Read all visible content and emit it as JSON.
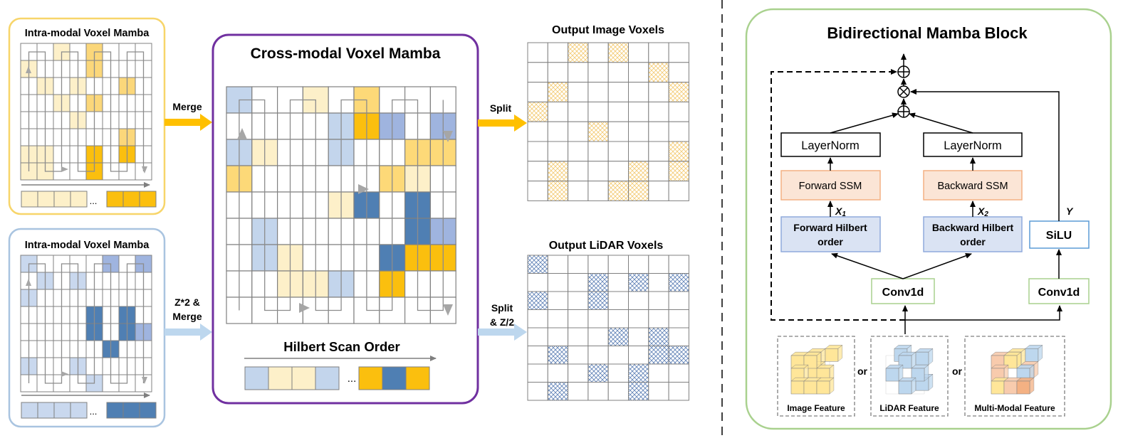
{
  "intra_image": {
    "title": "Intra-modal Voxel Mamba",
    "ellipsis": "...",
    "colors": {
      "light": "#fdf0c9",
      "mid": "#fbd77a",
      "dark": "#fbbf0e"
    },
    "seq": [
      "light",
      "light",
      "light",
      "light",
      "dark",
      "dark",
      "dark"
    ]
  },
  "intra_lidar": {
    "title": "Intra-modal Voxel Mamba",
    "ellipsis": "...",
    "colors": {
      "light": "#c9d8ee",
      "mid": "#9fb4df",
      "dark": "#4f7fb3"
    },
    "seq": [
      "light",
      "light",
      "light",
      "light",
      "dark",
      "dark",
      "dark"
    ]
  },
  "arrows": {
    "merge": "Merge",
    "z_line1": "Z*2 &",
    "z_line2": "Merge",
    "split": "Split",
    "split_z_line1": "Split",
    "split_z_line2": "& Z/2"
  },
  "cross_modal": {
    "title": "Cross-modal Voxel Mamba",
    "scan_label": "Hilbert Scan Order",
    "ellipsis": "...",
    "seq": [
      "#c3d5ec",
      "#fdf0c9",
      "#fdf0c9",
      "#c3d5ec",
      "#fbbf0e",
      "#4f7fb3",
      "#fbbf0e"
    ]
  },
  "output_image": {
    "title": "Output Image Voxels"
  },
  "output_lidar": {
    "title": "Output LiDAR Voxels"
  },
  "mamba_block": {
    "title": "Bidirectional Mamba Block",
    "layernorm_left": "LayerNorm",
    "layernorm_right": "LayerNorm",
    "forward_ssm": "Forward SSM",
    "backward_ssm": "Backward SSM",
    "forward_hilbert_l1": "Forward Hilbert",
    "forward_hilbert_l2": "order",
    "backward_hilbert_l1": "Backward Hilbert",
    "backward_hilbert_l2": "order",
    "silu": "SiLU",
    "conv_left": "Conv1d",
    "conv_right": "Conv1d",
    "x1": "X",
    "x1_sub": "1",
    "x2": "X",
    "x2_sub": "2",
    "y": "Y",
    "plus": "⊕",
    "times": "⊗",
    "or": "or",
    "image_feature": "Image Feature",
    "lidar_feature": "LiDAR Feature",
    "multimodal_feature": "Multi-Modal Feature"
  },
  "colors": {
    "yellow_border": "#f7d56a",
    "blue_border": "#a9c4e0",
    "purple_border": "#7030a0",
    "green_border": "#a9d18e",
    "arrow_yellow": "#ffc000",
    "arrow_blue": "#bdd7ee",
    "ssm_fill": "#fbe5d6",
    "ssm_border": "#f4b183",
    "hilbert_fill": "#dae3f3",
    "hilbert_border": "#8faadc",
    "silu_border": "#5b9bd5",
    "conv_border": "#a9d18e"
  }
}
